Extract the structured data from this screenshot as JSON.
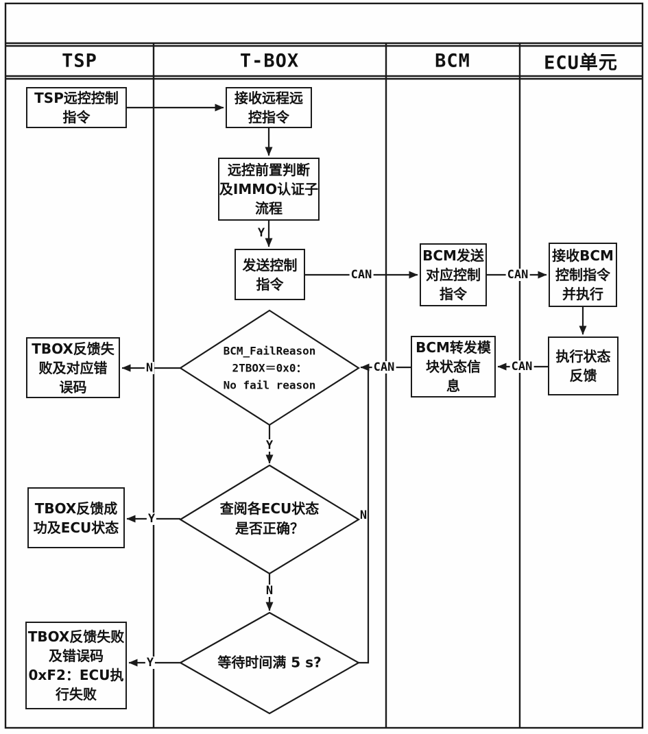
{
  "diagram": {
    "kind": "swimlane-flowchart",
    "colors": {
      "line": "#1a1a1a",
      "background": "#ffffff",
      "text": "#111111"
    },
    "lanes": {
      "tsp": {
        "label": "TSP"
      },
      "tbox": {
        "label": "T-BOX"
      },
      "bcm": {
        "label": "BCM"
      },
      "ecu": {
        "label": "ECU单元"
      }
    },
    "nodes": {
      "tsp_remote_cmd": {
        "shape": "process",
        "lane": "TSP",
        "lines": [
          "TSP远控控制",
          "指令"
        ]
      },
      "receive_remote_cmd": {
        "shape": "process",
        "lane": "T-BOX",
        "lines": [
          "接收远程远",
          "控指令"
        ]
      },
      "remote_precheck": {
        "shape": "process",
        "lane": "T-BOX",
        "lines": [
          "远控前置判断",
          "及IMMO认证子",
          "流程"
        ]
      },
      "send_control_cmd": {
        "shape": "process",
        "lane": "T-BOX",
        "lines": [
          "发送控制",
          "指令"
        ]
      },
      "bcm_send_cmd": {
        "shape": "process",
        "lane": "BCM",
        "lines": [
          "BCM发送",
          "对应控制",
          "指令"
        ]
      },
      "ecu_receive_execute": {
        "shape": "process",
        "lane": "ECU单元",
        "lines": [
          "接收BCM",
          "控制指令",
          "并执行"
        ]
      },
      "exec_status_feedback": {
        "shape": "process",
        "lane": "ECU单元",
        "lines": [
          "执行状态",
          "反馈"
        ]
      },
      "bcm_forward_status": {
        "shape": "process",
        "lane": "BCM",
        "lines": [
          "BCM转发模",
          "块状态信",
          "息"
        ]
      },
      "decision_fail_reason": {
        "shape": "decision",
        "lane": "T-BOX",
        "lines": [
          "BCM_FailReason",
          "2TBOX＝0x0：",
          "No fail reason"
        ]
      },
      "tbox_feedback_fail": {
        "shape": "process",
        "lane": "TSP",
        "lines": [
          "TBOX反馈失",
          "败及对应错",
          "误码"
        ]
      },
      "decision_ecu_status": {
        "shape": "decision",
        "lane": "T-BOX",
        "lines": [
          "查阅各ECU状态",
          "是否正确？"
        ]
      },
      "tbox_feedback_success": {
        "shape": "process",
        "lane": "TSP",
        "lines": [
          "TBOX反馈成",
          "功及ECU状态"
        ]
      },
      "decision_wait_5s": {
        "shape": "decision",
        "lane": "T-BOX",
        "lines": [
          "等待时间满 5 s?"
        ]
      },
      "tbox_feedback_fail_0xf2": {
        "shape": "process",
        "lane": "TSP",
        "lines": [
          "TBOX反馈失败",
          "及错误码",
          "0xF2：ECU执",
          "行失败"
        ]
      }
    },
    "edge_labels": {
      "y_after_precheck": "Y",
      "can_tbox_to_bcm": "CAN",
      "can_bcm_to_ecu": "CAN",
      "can_ecu_to_bcm": "CAN",
      "can_bcm_to_tbox": "CAN",
      "n_fail_reason": "N",
      "y_fail_reason": "Y",
      "y_ecu_status_ok": "Y",
      "n_ecu_status": "N",
      "n_wait_loop": "N",
      "y_wait_elapsed": "Y"
    }
  }
}
